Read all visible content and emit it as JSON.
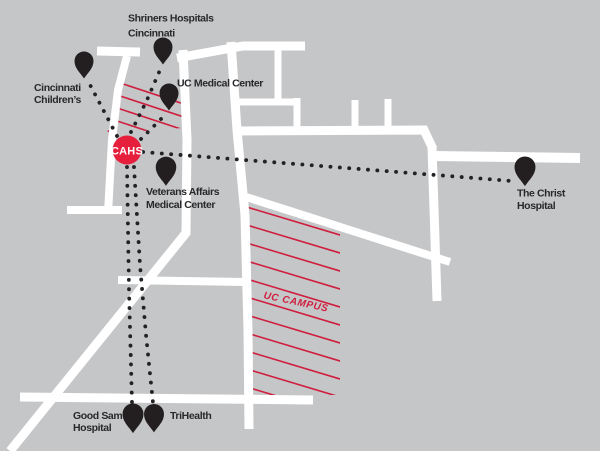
{
  "labels": {
    "shriners": {
      "line1": "Shriners Hospitals",
      "line2": "Cincinnati"
    },
    "childrens": {
      "line1": "Cincinnati",
      "line2": "Children’s"
    },
    "uc_medical": {
      "line1": "UC Medical Center"
    },
    "cahs": {
      "label": "CAHS"
    },
    "veterans": {
      "line1": "Veterans Affairs",
      "line2": "Medical Center"
    },
    "christ": {
      "line1": "The Christ",
      "line2": "Hospital"
    },
    "good_sam": {
      "line1": "Good Sam",
      "line2": "Hospital"
    },
    "trihealth": {
      "line1": "TriHealth"
    },
    "campus": {
      "label": "UC CAMPUS"
    }
  },
  "colors": {
    "background": "#c5c6c8",
    "road": "#ffffff",
    "ink": "#29292c",
    "pin": "#231f20",
    "dot": "#222225",
    "red_accent": "#e61f3d",
    "red_hatch": "#cf1f3e",
    "cahs_text": "#ffffff"
  }
}
